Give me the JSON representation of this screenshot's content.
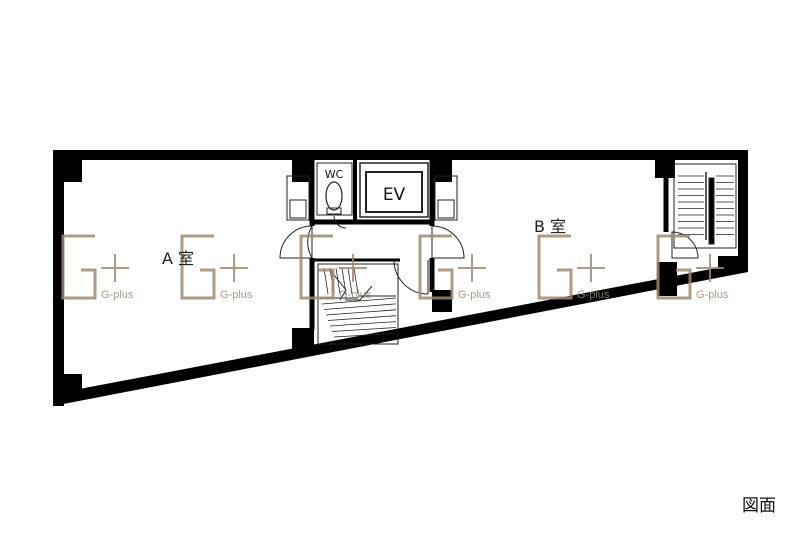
{
  "rooms": {
    "a": "A 室",
    "b": "B 室"
  },
  "fixtures": {
    "wc": "WC",
    "ev": "EV"
  },
  "watermark": {
    "brand": "G-plus",
    "count": 6,
    "color": "#a08a72"
  },
  "caption": "図面",
  "colors": {
    "wall": "#000000",
    "line": "#222222",
    "background": "#ffffff"
  }
}
